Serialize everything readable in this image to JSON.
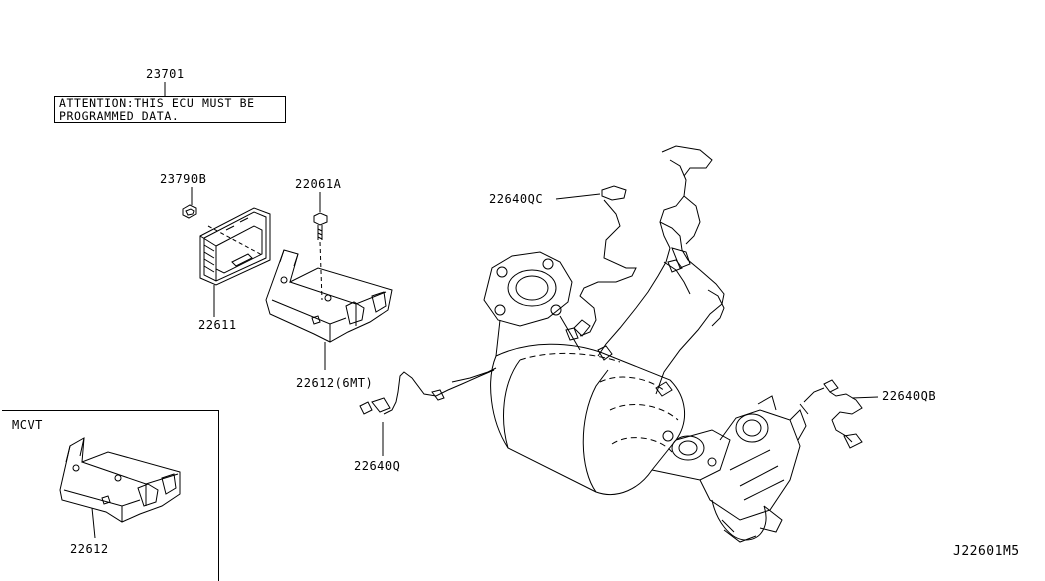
{
  "ecu": {
    "part_number": "23701",
    "note_line1": "ATTENTION:THIS ECU MUST BE",
    "note_line2": "PROGRAMMED DATA."
  },
  "parts": {
    "clip": "23790B",
    "bolt": "22061A",
    "ecu_unit": "22611",
    "bracket_6mt": "22612(6MT)",
    "sensor_q": "22640Q",
    "sensor_qc": "22640QC",
    "sensor_qb": "22640QB"
  },
  "inset": {
    "title": "MCVT",
    "bracket": "22612"
  },
  "diagram_code": "J22601M5"
}
